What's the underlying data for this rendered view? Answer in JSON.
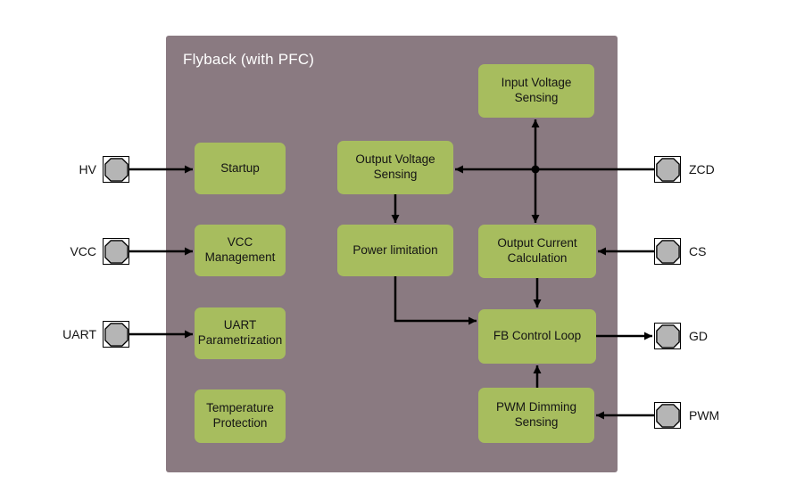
{
  "diagram": {
    "title": "Flyback (with PFC)",
    "colors": {
      "container_fill": "#8a7a81",
      "block_fill": "#a7bd5e",
      "arrow": "#000000",
      "pin_pad_fill": "#b5b5b5",
      "title_text": "#ffffff"
    },
    "blocks": {
      "startup": "Startup",
      "vcc_management": "VCC Management",
      "uart_parametrization": "UART Parametrization",
      "temperature_protection": "Temperature Protection",
      "output_voltage_sensing": "Output Voltage Sensing",
      "power_limitation": "Power limitation",
      "input_voltage_sensing": "Input Voltage Sensing",
      "output_current_calculation": "Output Current Calculation",
      "fb_control_loop": "FB Control Loop",
      "pwm_dimming_sensing": "PWM Dimming Sensing"
    },
    "pins": {
      "hv": "HV",
      "vcc": "VCC",
      "uart": "UART",
      "zcd": "ZCD",
      "cs": "CS",
      "gd": "GD",
      "pwm": "PWM"
    }
  }
}
